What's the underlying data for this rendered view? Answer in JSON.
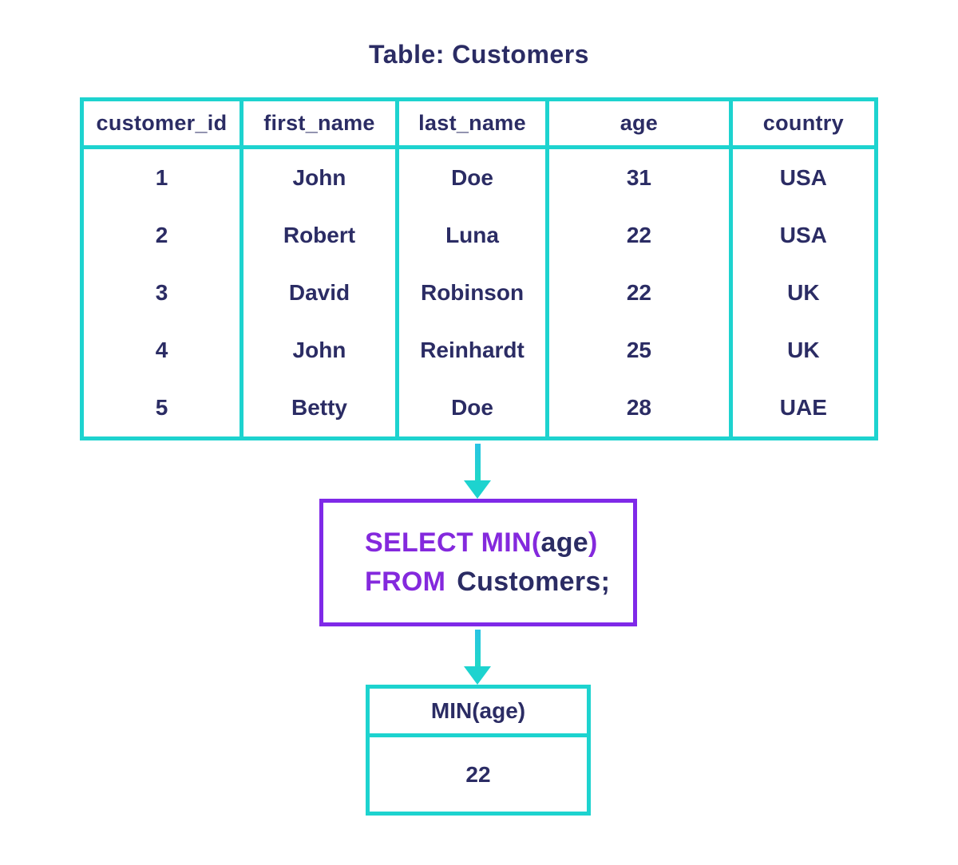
{
  "title": "Table: Customers",
  "colors": {
    "cyan": "#1dd3cf",
    "purple": "#7f29e8",
    "keyword": "#8429dd",
    "navy": "#2b2c64",
    "bg": "#ffffff"
  },
  "customers_table": {
    "headers": [
      "customer_id",
      "first_name",
      "last_name",
      "age",
      "country"
    ],
    "rows": [
      [
        "1",
        "John",
        "Doe",
        "31",
        "USA"
      ],
      [
        "2",
        "Robert",
        "Luna",
        "22",
        "USA"
      ],
      [
        "3",
        "David",
        "Robinson",
        "22",
        "UK"
      ],
      [
        "4",
        "John",
        "Reinhardt",
        "25",
        "UK"
      ],
      [
        "5",
        "Betty",
        "Doe",
        "28",
        "UAE"
      ]
    ]
  },
  "query": {
    "line1": {
      "keyword_open": "SELECT MIN(",
      "argument": "age",
      "keyword_close": ")"
    },
    "line2": {
      "keyword": "FROM",
      "rest": "Customers;"
    }
  },
  "result_table": {
    "header": "MIN(age)",
    "value": "22"
  },
  "icons": {
    "flow_arrow": "arrow-down"
  }
}
